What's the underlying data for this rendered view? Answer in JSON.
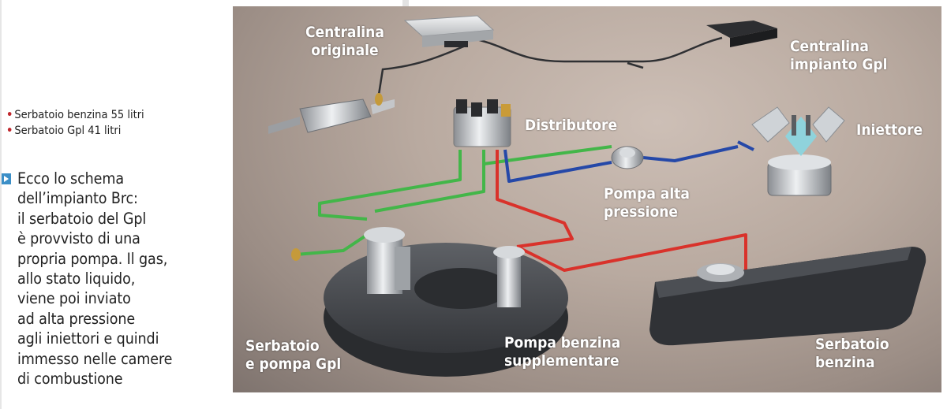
{
  "sidebar": {
    "bullets": [
      "Serbatoio benzina 55 litri",
      "Serbatoio Gpl 41 litri"
    ],
    "caption": "Ecco lo schema\ndell’impianto Brc:\nil serbatoio del Gpl\nè provvisto di una\npropria pompa. Il gas,\nallo stato liquido,\nviene poi inviato\nad alta pressione\nagli iniettori e quindi\nimmesso nelle camere\ndi combustione"
  },
  "diagram": {
    "labels": {
      "centralina_originale": "Centralina\noriginale",
      "centralina_gpl": "Centralina\nimpianto Gpl",
      "distributore": "Distributore",
      "iniettore": "Iniettore",
      "pompa_alta_pressione": "Pompa alta\npressione",
      "serbatoio_pompa_gpl": "Serbatoio\ne pompa Gpl",
      "pompa_benzina": "Pompa benzina\nsupplementare",
      "serbatoio_benzina": "Serbatoio\nbenzina"
    },
    "colors": {
      "gpl_line": "#43b649",
      "high_pressure_line": "#2548a8",
      "fuel_line": "#d9322b",
      "bullet": "#c0282e",
      "caption_arrow": "#3c8fc7"
    }
  }
}
